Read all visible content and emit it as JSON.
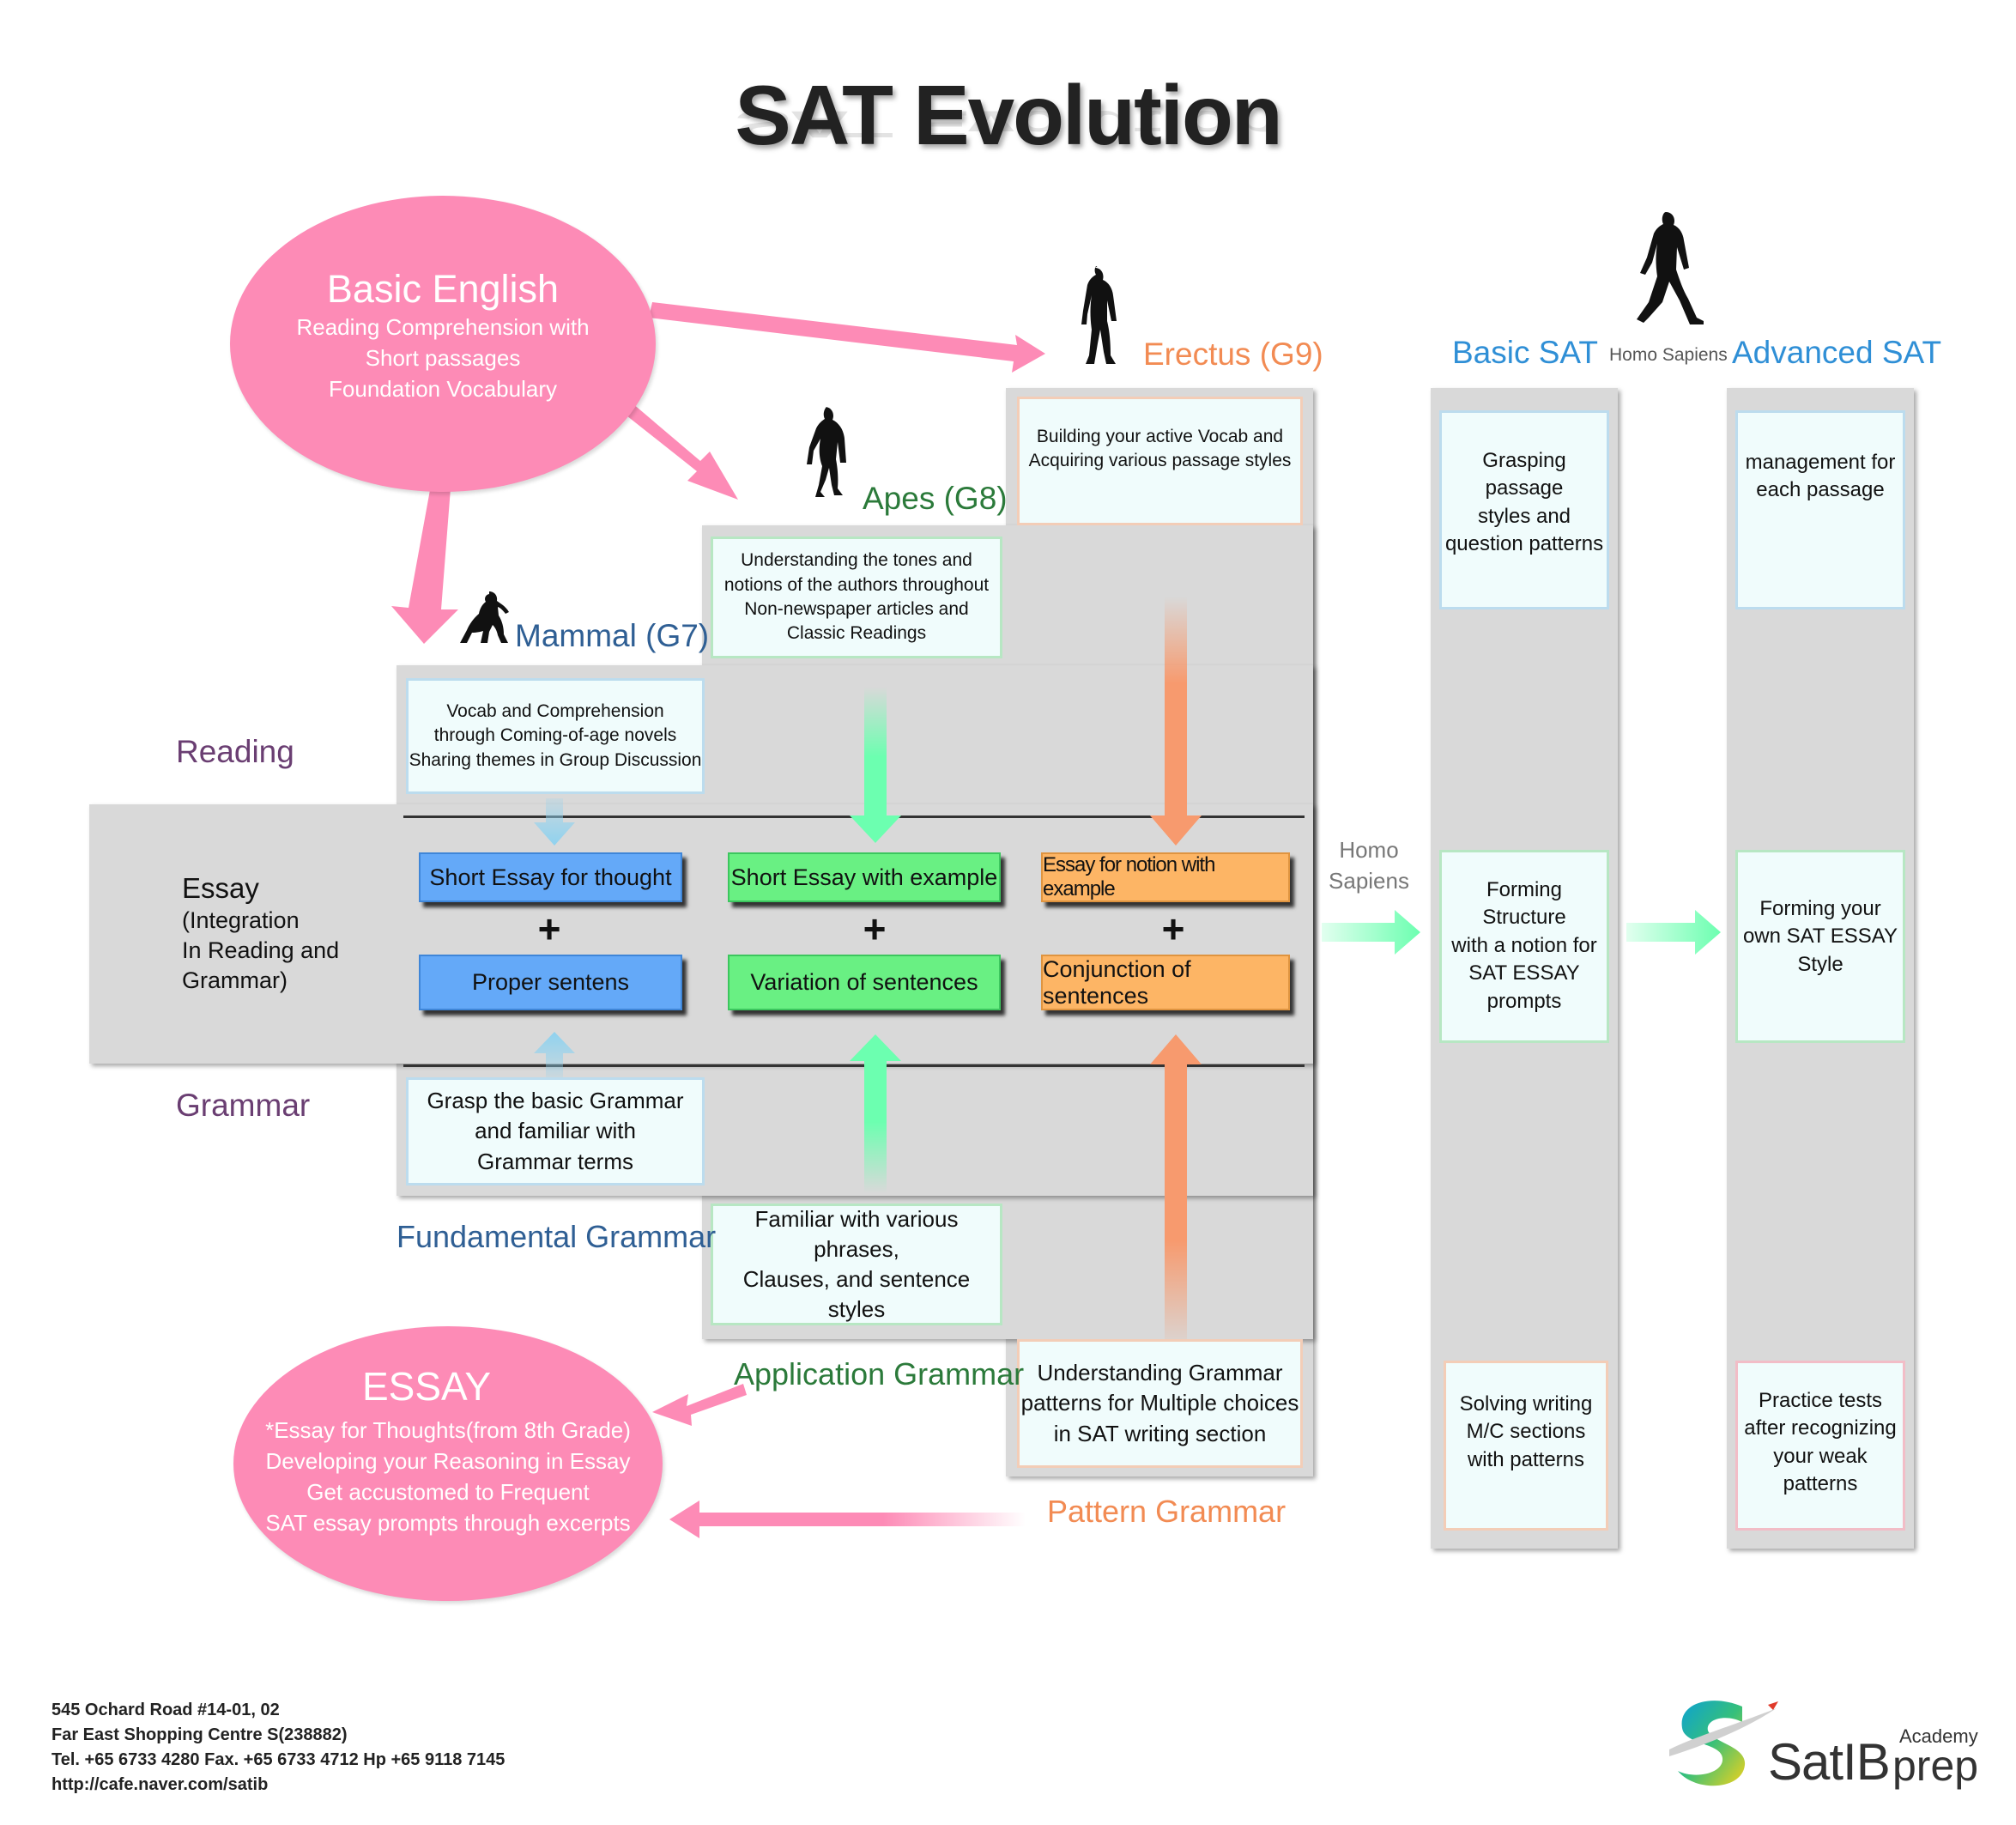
{
  "title": "SAT Evolution",
  "basic_english": {
    "title": "Basic English",
    "lines": [
      "Reading Comprehension with",
      "Short passages",
      "Foundation Vocabulary"
    ]
  },
  "essay_bubble": {
    "title": "ESSAY",
    "lines": [
      "*Essay for Thoughts(from 8th Grade)",
      "Developing your Reasoning in Essay",
      "Get accustomed to Frequent",
      "SAT essay prompts through excerpts"
    ]
  },
  "stages": {
    "mammal": "Mammal (G7)",
    "apes": "Apes (G8)",
    "erectus": "Erectus (G9)",
    "basic_sat": "Basic SAT",
    "homo_sapiens_small": "Homo Sapiens",
    "advanced_sat": "Advanced SAT",
    "homo_sapiens_arrow": [
      "Homo",
      "Sapiens"
    ]
  },
  "side_labels": {
    "reading": "Reading",
    "grammar": "Grammar",
    "essay": [
      "Essay",
      "(Integration",
      "In Reading and",
      "Grammar)"
    ]
  },
  "reading_cards": {
    "g7": [
      "Vocab and Comprehension",
      "through Coming-of-age novels",
      "Sharing themes in Group Discussion"
    ],
    "g8": [
      "Understanding the tones and",
      "notions of the authors throughout",
      "Non-newspaper articles and",
      "Classic Readings"
    ],
    "g9": [
      "Building your active Vocab and",
      "Acquiring various passage styles"
    ]
  },
  "essay_boxes": {
    "g7_top": "Short Essay for thought",
    "g7_bottom": "Proper sentens",
    "g8_top": "Short Essay with example",
    "g8_bottom": "Variation of sentences",
    "g9_top": "Essay for notion with example",
    "g9_bottom": "Conjunction of sentences",
    "plus": "+"
  },
  "grammar_cards": {
    "g7": [
      "Grasp the basic Grammar",
      "and familiar with",
      "Grammar terms"
    ],
    "g8": [
      "Familiar with various phrases,",
      "Clauses, and sentence styles"
    ],
    "g9": [
      "Understanding Grammar",
      "patterns for Multiple choices",
      "in SAT writing section"
    ]
  },
  "grammar_labels": {
    "fundamental": "Fundamental Grammar",
    "application": "Application Grammar",
    "pattern": "Pattern Grammar"
  },
  "basic_sat_cards": {
    "top": [
      "Grasping passage",
      "styles and",
      "question patterns"
    ],
    "middle": [
      "Forming Structure",
      "with a notion for",
      "SAT ESSAY",
      "prompts"
    ],
    "bottom": [
      "Solving writing",
      "M/C sections",
      "with patterns"
    ]
  },
  "advanced_sat_cards": {
    "top": [
      "management for",
      "each passage"
    ],
    "middle": [
      "Forming your",
      "own SAT ESSAY",
      "Style"
    ],
    "bottom": [
      "Practice tests",
      "after recognizing",
      "your weak",
      "patterns"
    ]
  },
  "address": [
    "545 Ochard Road #14-01, 02",
    "Far East Shopping Centre S(238882)",
    "Tel. +65 6733 4280   Fax. +65 6733 4712   Hp +65 9118 7145",
    "http://cafe.naver.com/satib"
  ],
  "logo": {
    "name": "SatIB",
    "academy": "Academy",
    "prep": "prep"
  },
  "colors": {
    "pink": "#fd8bb6",
    "panel": "#d9d9d9",
    "mammal": "#2f5f94",
    "apes": "#2b7a3a",
    "erectus": "#f28b53",
    "sat": "#2f8fd6",
    "reading": "#6a3e72"
  }
}
